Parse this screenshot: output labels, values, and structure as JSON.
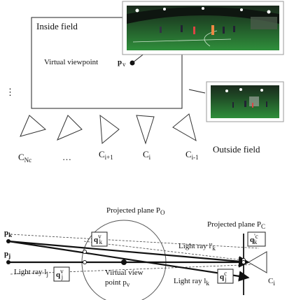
{
  "top_diagram": {
    "inside_label": "Inside field",
    "viewpoint_label": "Virtual viewpoint",
    "viewpoint_symbol": "p",
    "viewpoint_sub": "v",
    "ellipsis_left": "⋮",
    "outside_label": "Outside field",
    "cameras": [
      {
        "base": "C",
        "sub": "Nc"
      },
      {
        "base": "…",
        "sub": ""
      },
      {
        "base": "C",
        "sub": "i+1"
      },
      {
        "base": "C",
        "sub": "i"
      },
      {
        "base": "C",
        "sub": "i-1"
      }
    ]
  },
  "bottom_diagram": {
    "projected_plane_o": {
      "base": "Projected plane P",
      "sub": "O"
    },
    "projected_plane_c": {
      "base": "Projected plane P",
      "sub": "C"
    },
    "point_k": {
      "base": "p",
      "sub": "k"
    },
    "point_j": {
      "base": "p",
      "sub": "j"
    },
    "q_v_k": {
      "base": "q",
      "sup": "v",
      "sub": "k"
    },
    "q_v_j": {
      "base": "q",
      "sup": "v",
      "sub": "j"
    },
    "q_c_k": {
      "base": "q",
      "sup": "'c",
      "sub": "k"
    },
    "q_c_j": {
      "base": "q",
      "sup": "c",
      "sub": "j"
    },
    "light_ray_lk_prime": {
      "base": "Light ray l'",
      "sub": "k"
    },
    "light_ray_lj": {
      "base": "Light ray l",
      "sub": "j"
    },
    "light_ray_lk": {
      "base": "Light ray l",
      "sub": "k"
    },
    "virtual_view_line1": "Virtual view",
    "virtual_view_line2": "point p",
    "virtual_view_sub": "v",
    "camera_i": {
      "base": "C",
      "sub": "i"
    }
  }
}
